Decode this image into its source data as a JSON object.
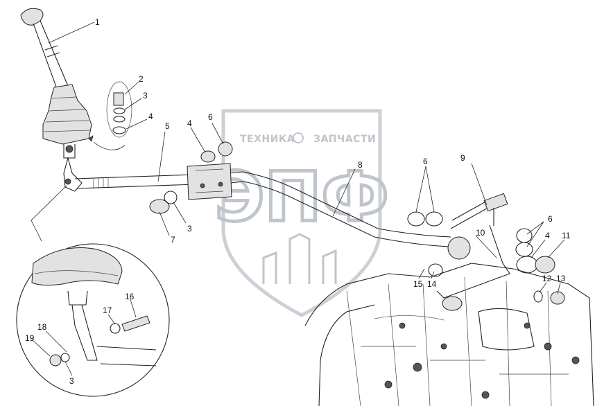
{
  "watermark": {
    "company": "ТЕХНИКА",
    "company2": "ЗАПЧАСТИ",
    "logo_letters": "ЭПФ",
    "color": "#b9bfc6"
  },
  "callouts": [
    "1",
    "2",
    "3",
    "4",
    "5",
    "4",
    "6",
    "3",
    "7",
    "8",
    "6",
    "9",
    "6",
    "10",
    "4",
    "11",
    "15",
    "14",
    "12",
    "13",
    "16",
    "17",
    "18",
    "19",
    "3"
  ],
  "colors": {
    "line": "#222222",
    "watermark": "#b9bfc6"
  }
}
